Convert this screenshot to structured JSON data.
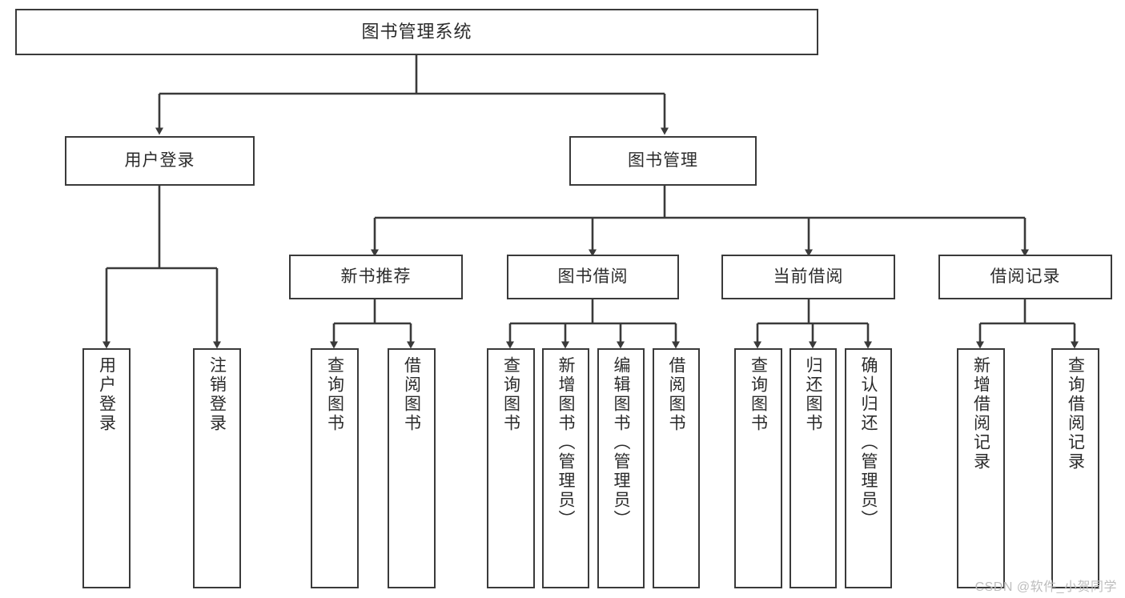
{
  "diagram": {
    "type": "tree",
    "title": "图书管理系统",
    "watermark": "CSDN @软件_小贺同学",
    "colors": {
      "box_border": "#3a3a3a",
      "box_fill": "#ffffff",
      "connector": "#3a3a3a",
      "text": "#2b2b2b",
      "watermark": "#bdbdbd",
      "background": "#ffffff"
    },
    "root": {
      "label": "图书管理系统"
    },
    "level2": [
      {
        "id": "user-login",
        "label": "用户登录"
      },
      {
        "id": "book-manage",
        "label": "图书管理"
      }
    ],
    "level3": [
      {
        "id": "new-book-recommend",
        "label": "新书推荐",
        "parent": "book-manage"
      },
      {
        "id": "book-borrow",
        "label": "图书借阅",
        "parent": "book-manage"
      },
      {
        "id": "current-borrow",
        "label": "当前借阅",
        "parent": "book-manage"
      },
      {
        "id": "borrow-record",
        "label": "借阅记录",
        "parent": "book-manage"
      }
    ],
    "leaves": [
      {
        "id": "leaf-user-login",
        "label": "用户登录",
        "parent": "user-login"
      },
      {
        "id": "leaf-logout-login",
        "label": "注销登录",
        "parent": "user-login"
      },
      {
        "id": "leaf-query-book-1",
        "label": "查询图书",
        "parent": "new-book-recommend"
      },
      {
        "id": "leaf-borrow-book-1",
        "label": "借阅图书",
        "parent": "new-book-recommend"
      },
      {
        "id": "leaf-query-book-2",
        "label": "查询图书",
        "parent": "book-borrow"
      },
      {
        "id": "leaf-add-book",
        "label": "新增图书（管理员）",
        "parent": "book-borrow"
      },
      {
        "id": "leaf-edit-book",
        "label": "编辑图书（管理员）",
        "parent": "book-borrow"
      },
      {
        "id": "leaf-borrow-book-2",
        "label": "借阅图书",
        "parent": "book-borrow"
      },
      {
        "id": "leaf-query-book-3",
        "label": "查询图书",
        "parent": "current-borrow"
      },
      {
        "id": "leaf-return-book",
        "label": "归还图书",
        "parent": "current-borrow"
      },
      {
        "id": "leaf-confirm-return",
        "label": "确认归还（管理员）",
        "parent": "current-borrow"
      },
      {
        "id": "leaf-add-record",
        "label": "新增借阅记录",
        "parent": "borrow-record"
      },
      {
        "id": "leaf-query-record",
        "label": "查询借阅记录",
        "parent": "borrow-record"
      }
    ]
  }
}
